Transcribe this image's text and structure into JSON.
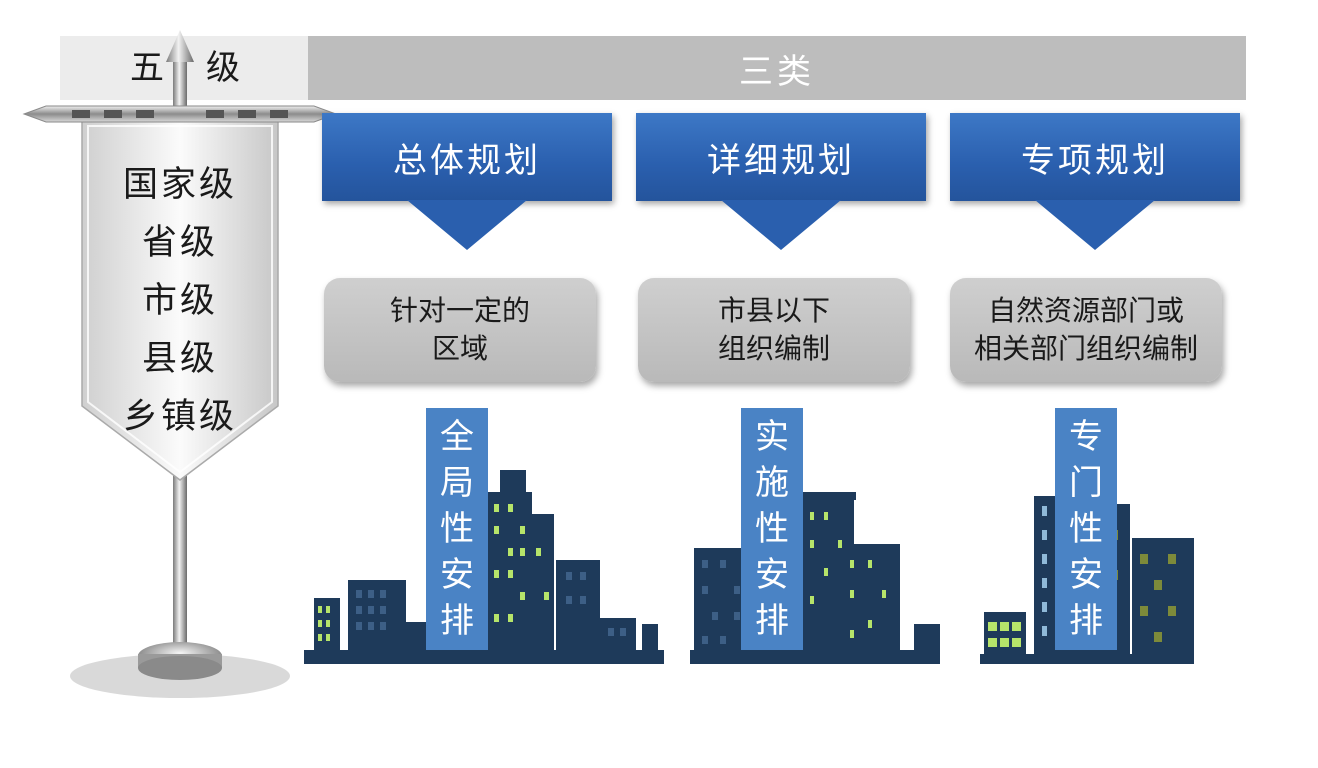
{
  "header": {
    "wuji_left": "五",
    "wuji_right": "级",
    "sanlei": "三类"
  },
  "levels": [
    "国家级",
    "省级",
    "市级",
    "县级",
    "乡镇级"
  ],
  "columns": [
    {
      "title": "总体规划",
      "desc_line1": "针对一定的",
      "desc_line2": "区域",
      "label_chars": [
        "全",
        "局",
        "性",
        "安",
        "排"
      ]
    },
    {
      "title": "详细规划",
      "desc_line1": "市县以下",
      "desc_line2": "组织编制",
      "label_chars": [
        "实",
        "施",
        "性",
        "安",
        "排"
      ]
    },
    {
      "title": "专项规划",
      "desc_line1": "自然资源部门或",
      "desc_line2": "相关部门组织编制",
      "label_chars": [
        "专",
        "门",
        "性",
        "安",
        "排"
      ]
    }
  ],
  "colors": {
    "header_blue": "#2a5fae",
    "desc_gray": "#c4c4c4",
    "label_blue": "#4a83c5",
    "building_navy": "#1e3a5a",
    "window_green": "#b6e46a",
    "window_blue": "#3d5f86"
  },
  "icons": [
    "flagpole-banner-icon",
    "down-arrow-icon",
    "city-skyline-icon"
  ]
}
